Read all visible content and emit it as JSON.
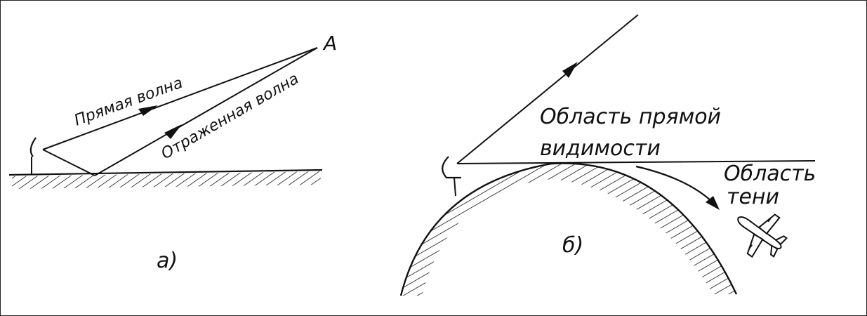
{
  "panel_a": {
    "label_direct_wave": "Прямая волна",
    "label_reflected_wave": "Отраженная волна",
    "label_point": "A",
    "caption": "а)"
  },
  "panel_b": {
    "label_line_of_sight_1": "Область прямой",
    "label_line_of_sight_2": "видимости",
    "label_shadow_1": "Область",
    "label_shadow_2": "тени",
    "caption": "б)"
  },
  "colors": {
    "ink": "#111111",
    "background": "#ffffff",
    "frame": "#222222"
  },
  "icons": [
    "antenna-icon",
    "airplane-icon",
    "arrowhead-icon"
  ]
}
